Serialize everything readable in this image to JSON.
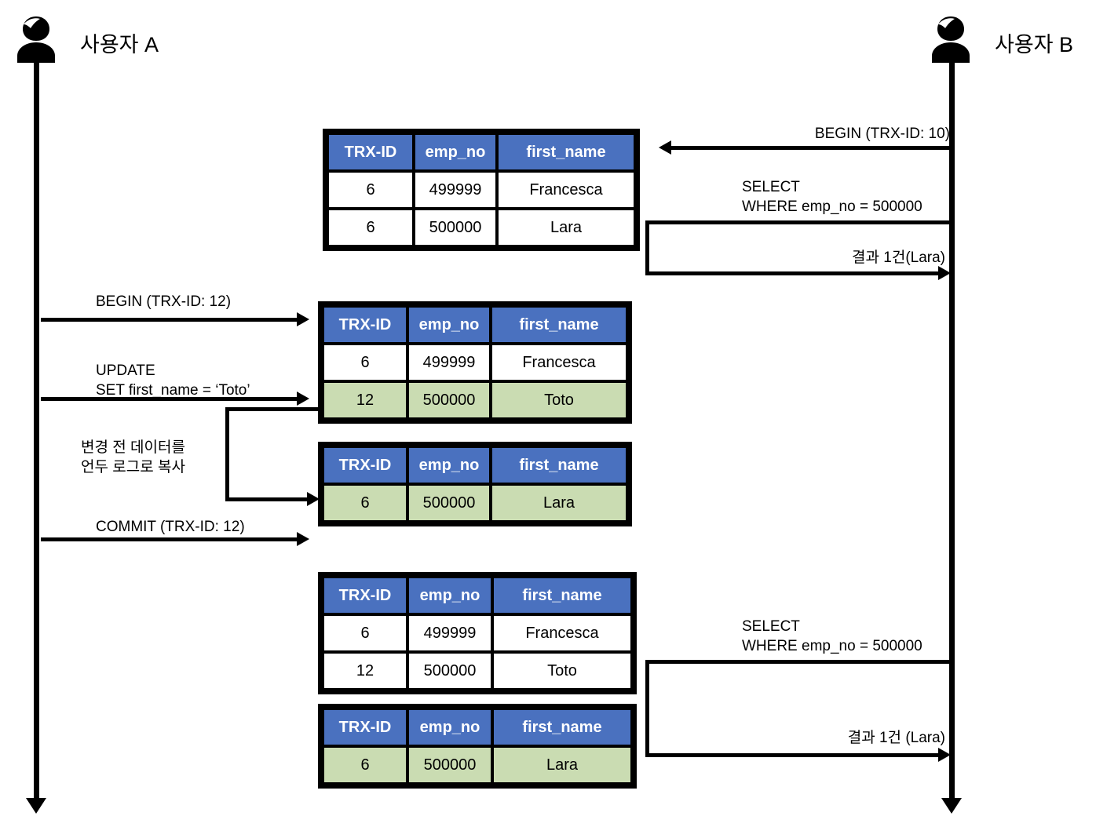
{
  "diagram": {
    "title": "MySQL MVCC undo log sequence diagram",
    "actors": [
      {
        "id": "user-a",
        "label": "사용자 A",
        "icon": "person-icon"
      },
      {
        "id": "user-b",
        "label": "사용자 B",
        "icon": "person-icon"
      }
    ],
    "colors": {
      "header_blue": "#4a71bf",
      "highlight_green": "#cadcb2",
      "line_black": "#000000",
      "cell_white": "#ffffff"
    },
    "messages": {
      "b_begin": "BEGIN (TRX-ID: 10)",
      "b_select_1_line1": "SELECT",
      "b_select_1_line2": "WHERE emp_no = 500000",
      "b_result_1": "결과 1건(Lara)",
      "a_begin": "BEGIN (TRX-ID: 12)",
      "a_update_line1": "UPDATE",
      "a_update_line2": "SET first_name = ‘Toto’",
      "a_undo_note_line1": "변경 전 데이터를",
      "a_undo_note_line2": "언두 로그로 복사",
      "a_commit": "COMMIT (TRX-ID: 12)",
      "b_select_2_line1": "SELECT",
      "b_select_2_line2": "WHERE emp_no = 500000",
      "b_result_2": "결과 1건 (Lara)"
    },
    "tables": [
      {
        "id": "table-initial",
        "columns": [
          "TRX-ID",
          "emp_no",
          "first_name"
        ],
        "rows": [
          {
            "cells": [
              "6",
              "499999",
              "Francesca"
            ],
            "highlight": false
          },
          {
            "cells": [
              "6",
              "500000",
              "Lara"
            ],
            "highlight": false
          }
        ]
      },
      {
        "id": "table-after-update",
        "columns": [
          "TRX-ID",
          "emp_no",
          "first_name"
        ],
        "rows": [
          {
            "cells": [
              "6",
              "499999",
              "Francesca"
            ],
            "highlight": false
          },
          {
            "cells": [
              "12",
              "500000",
              "Toto"
            ],
            "highlight": true
          }
        ]
      },
      {
        "id": "table-undo-log",
        "columns": [
          "TRX-ID",
          "emp_no",
          "first_name"
        ],
        "rows": [
          {
            "cells": [
              "6",
              "500000",
              "Lara"
            ],
            "highlight": true
          }
        ]
      },
      {
        "id": "table-after-commit",
        "columns": [
          "TRX-ID",
          "emp_no",
          "first_name"
        ],
        "rows": [
          {
            "cells": [
              "6",
              "499999",
              "Francesca"
            ],
            "highlight": false
          },
          {
            "cells": [
              "12",
              "500000",
              "Toto"
            ],
            "highlight": false
          }
        ]
      },
      {
        "id": "table-undo-log-2",
        "columns": [
          "TRX-ID",
          "emp_no",
          "first_name"
        ],
        "rows": [
          {
            "cells": [
              "6",
              "500000",
              "Lara"
            ],
            "highlight": true
          }
        ]
      }
    ]
  }
}
